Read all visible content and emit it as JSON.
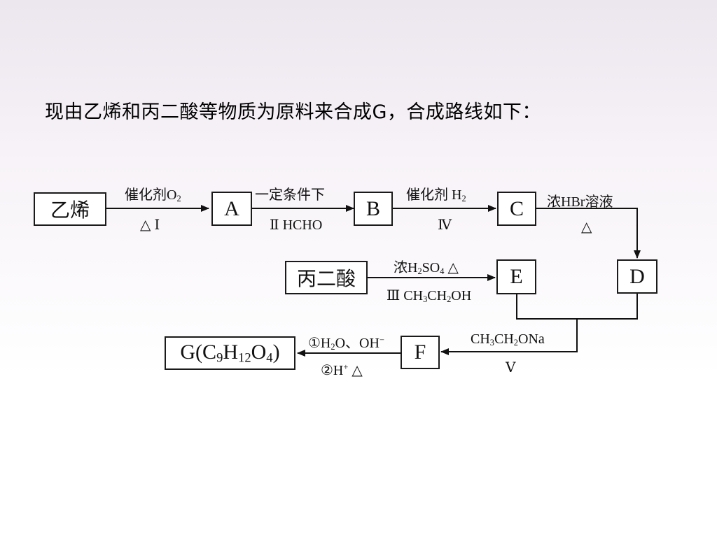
{
  "intro": "现由乙烯和丙二酸等物质为原料来合成G，合成路线如下：",
  "nodes": {
    "ethylene": "乙烯",
    "a": "A",
    "b": "B",
    "c": "C",
    "d": "D",
    "e": "E",
    "f": "F",
    "malonic": "丙二酸",
    "g": "G(C9H12O4)"
  },
  "labels": {
    "step1_top": "催化剂O2",
    "step1_bottom": "△ Ⅰ",
    "step2_top": "一定条件下",
    "step2_bottom": "Ⅱ HCHO",
    "step3_top": "催化剂 H2",
    "step3_bottom": "Ⅳ",
    "step4_top": "浓HBr溶液",
    "step4_bottom": "△",
    "step5_top": "浓H2SO4 △",
    "step5_bottom": "Ⅲ CH3CH2OH",
    "step6_top": "CH3CH2ONa",
    "step6_bottom": "Ⅴ",
    "step7_top": "①H2O、OH−",
    "step7_bottom": "②H+ △"
  }
}
